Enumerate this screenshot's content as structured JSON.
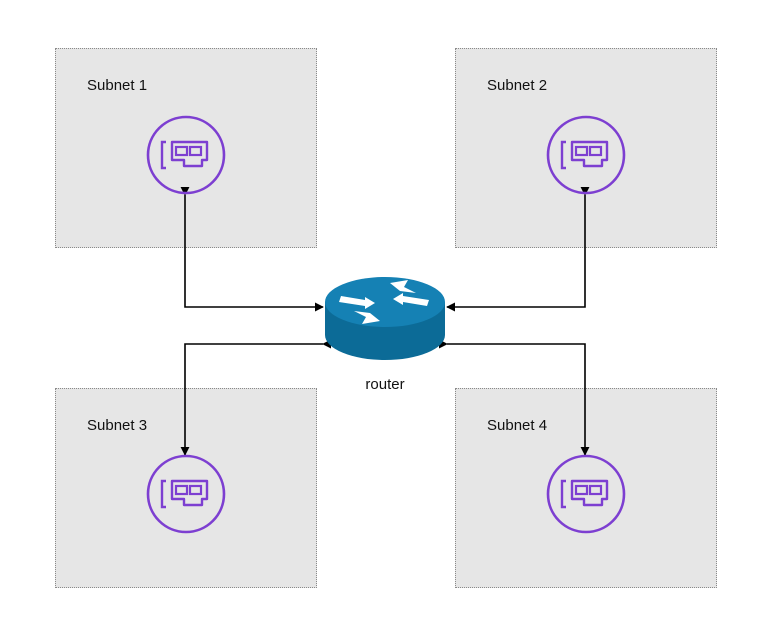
{
  "diagram": {
    "subnets": [
      {
        "id": "subnet-1",
        "label": "Subnet 1",
        "icon": "network-interface-card-icon"
      },
      {
        "id": "subnet-2",
        "label": "Subnet 2",
        "icon": "network-interface-card-icon"
      },
      {
        "id": "subnet-3",
        "label": "Subnet 3",
        "icon": "network-interface-card-icon"
      },
      {
        "id": "subnet-4",
        "label": "Subnet 4",
        "icon": "network-interface-card-icon"
      }
    ],
    "router": {
      "label": "router",
      "icon": "router-icon"
    },
    "connections": [
      {
        "from": "router",
        "to": "subnet-1",
        "direction": "bidirectional"
      },
      {
        "from": "router",
        "to": "subnet-2",
        "direction": "bidirectional"
      },
      {
        "from": "router",
        "to": "subnet-3",
        "direction": "bidirectional"
      },
      {
        "from": "router",
        "to": "subnet-4",
        "direction": "bidirectional"
      }
    ],
    "colors": {
      "subnet_fill": "#e6e6e6",
      "subnet_border": "#8a8a8a",
      "nic_icon": "#7d3fd1",
      "router_body": "#0c6b97",
      "router_top": "#1581b4",
      "connector": "#000000"
    }
  }
}
